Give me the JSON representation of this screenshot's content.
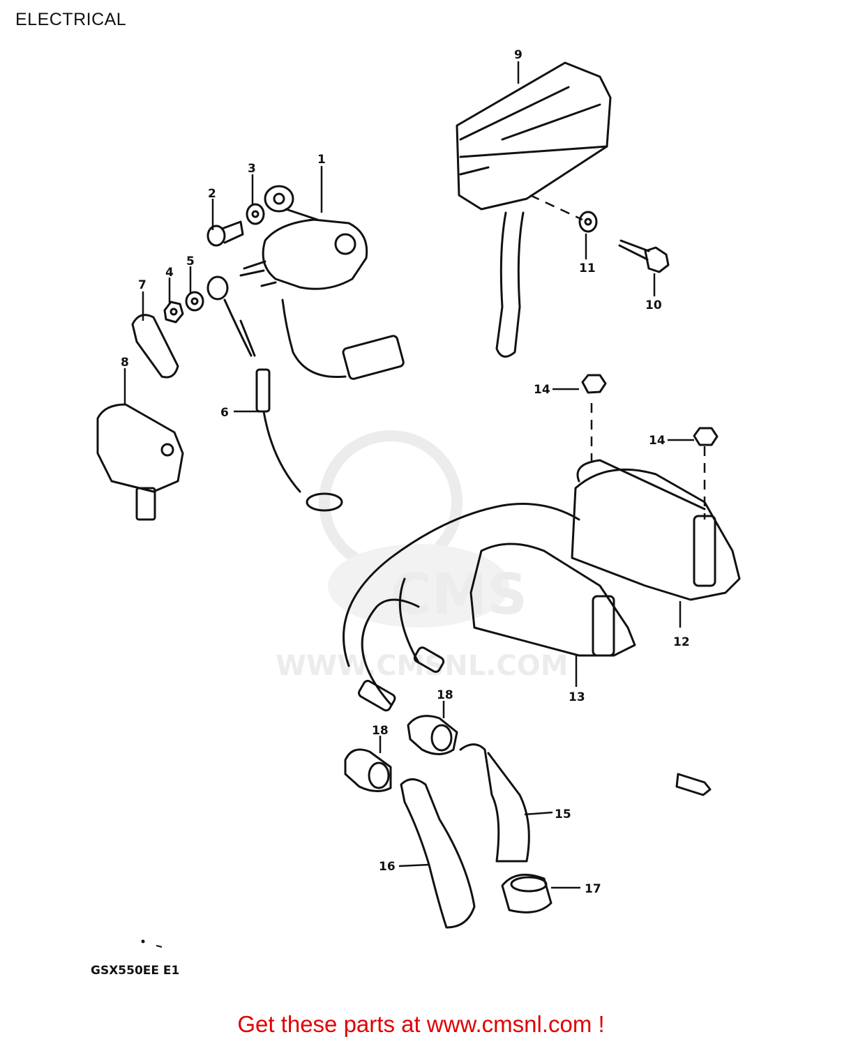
{
  "page": {
    "title": "ELECTRICAL",
    "model_code": "GSX550EE E1",
    "promo_text": "Get these parts at www.cmsnl.com !"
  },
  "watermark": {
    "brand": "CMS",
    "url": "WWW.CMSNL.COM"
  },
  "callouts": [
    "1",
    "2",
    "3",
    "4",
    "5",
    "6",
    "7",
    "8",
    "9",
    "10",
    "11",
    "12",
    "13",
    "14",
    "14",
    "15",
    "16",
    "17",
    "18",
    "18"
  ],
  "colors": {
    "line_art": "#111111",
    "promo": "#e00000",
    "watermark": "#ececec"
  }
}
